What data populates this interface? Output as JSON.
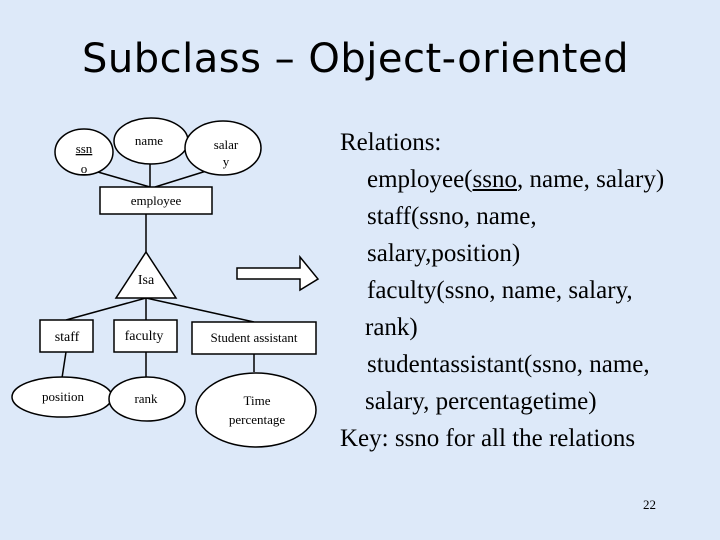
{
  "title": "Subclass – Object-oriented",
  "diagram": {
    "attributes": {
      "ssn_part1": "ssn",
      "ssn_part2": "o",
      "name": "name",
      "salary_part1": "salar",
      "salary_part2": "y",
      "position": "position",
      "rank": "rank",
      "time_percentage_line1": "Time",
      "time_percentage_line2": "percentage"
    },
    "entities": {
      "employee": "employee",
      "staff": "staff",
      "faculty": "faculty",
      "student_assistant": "Student assistant"
    },
    "isa_label": "Isa"
  },
  "relations": {
    "heading": "Relations:",
    "employee_prefix": "employee(",
    "employee_key": "ssno",
    "employee_rest": ", name, salary)",
    "staff_line1": "staff(ssno, name,",
    "staff_line2": "salary,position)",
    "faculty_line1": "faculty(ssno, name, salary,",
    "faculty_line2": "rank)",
    "student_line1": "studentassistant(ssno, name,",
    "student_line2": "salary, percentagetime)",
    "key_line": "Key: ssno for all the relations"
  },
  "page_number": "22"
}
